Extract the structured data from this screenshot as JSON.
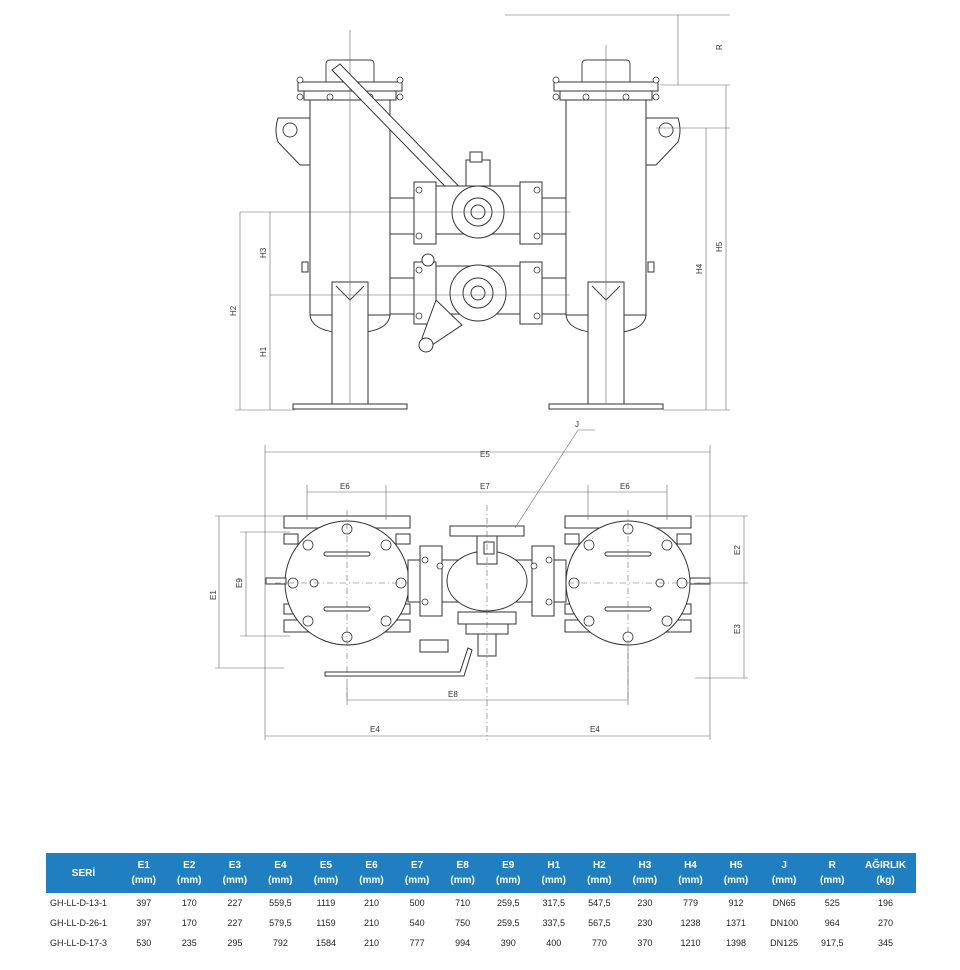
{
  "labels": {
    "R": "R",
    "H1": "H1",
    "H2": "H2",
    "H3": "H3",
    "H4": "H4",
    "H5": "H5",
    "E1": "E1",
    "E2": "E2",
    "E3": "E3",
    "E4": "E4",
    "E5": "E5",
    "E6": "E6",
    "E7": "E7",
    "E8": "E8",
    "E9": "E9",
    "J": "J"
  },
  "table": {
    "headers": [
      {
        "name": "SERİ",
        "unit": ""
      },
      {
        "name": "E1",
        "unit": "(mm)"
      },
      {
        "name": "E2",
        "unit": "(mm)"
      },
      {
        "name": "E3",
        "unit": "(mm)"
      },
      {
        "name": "E4",
        "unit": "(mm)"
      },
      {
        "name": "E5",
        "unit": "(mm)"
      },
      {
        "name": "E6",
        "unit": "(mm)"
      },
      {
        "name": "E7",
        "unit": "(mm)"
      },
      {
        "name": "E8",
        "unit": "(mm)"
      },
      {
        "name": "E9",
        "unit": "(mm)"
      },
      {
        "name": "H1",
        "unit": "(mm)"
      },
      {
        "name": "H2",
        "unit": "(mm)"
      },
      {
        "name": "H3",
        "unit": "(mm)"
      },
      {
        "name": "H4",
        "unit": "(mm)"
      },
      {
        "name": "H5",
        "unit": "(mm)"
      },
      {
        "name": "J",
        "unit": "(mm)"
      },
      {
        "name": "R",
        "unit": "(mm)"
      },
      {
        "name": "AĞIRLIK",
        "unit": "(kg)"
      }
    ],
    "rows": [
      [
        "GH-LL-D-13-1",
        "397",
        "170",
        "227",
        "559,5",
        "1119",
        "210",
        "500",
        "710",
        "259,5",
        "317,5",
        "547,5",
        "230",
        "779",
        "912",
        "DN65",
        "525",
        "196"
      ],
      [
        "GH-LL-D-26-1",
        "397",
        "170",
        "227",
        "579,5",
        "1159",
        "210",
        "540",
        "750",
        "259,5",
        "337,5",
        "567,5",
        "230",
        "1238",
        "1371",
        "DN100",
        "964",
        "270"
      ],
      [
        "GH-LL-D-17-3",
        "530",
        "235",
        "295",
        "792",
        "1584",
        "210",
        "777",
        "994",
        "390",
        "400",
        "770",
        "370",
        "1210",
        "1398",
        "DN125",
        "917,5",
        "345"
      ]
    ]
  }
}
